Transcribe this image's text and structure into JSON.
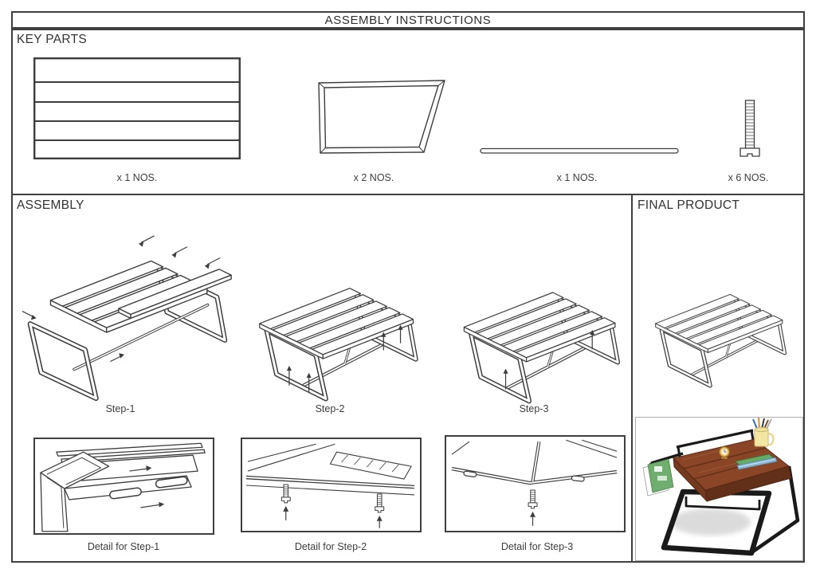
{
  "title": "ASSEMBLY INSTRUCTIONS",
  "key_parts": {
    "label": "KEY PARTS",
    "parts": [
      {
        "name": "slatted-table-top-panel",
        "qty": "x 1 NOS."
      },
      {
        "name": "trapezoid-leg-frame",
        "qty": "x 2 NOS."
      },
      {
        "name": "cross-support-bar",
        "qty": "x 1 NOS."
      },
      {
        "name": "bolt",
        "qty": "x 6 NOS."
      }
    ]
  },
  "assembly": {
    "label": "ASSEMBLY",
    "steps": [
      {
        "caption": "Step-1"
      },
      {
        "caption": "Step-2"
      },
      {
        "caption": "Step-3"
      }
    ],
    "details": [
      {
        "caption": "Detail for Step-1"
      },
      {
        "caption": "Detail for Step-2"
      },
      {
        "caption": "Detail for Step-3"
      }
    ]
  },
  "final_product": {
    "label": "FINAL PRODUCT"
  },
  "colors": {
    "line": "#3d3d3d",
    "border": "#3f3f3f",
    "wood": "#8a4527",
    "metal": "#1a1a1a",
    "mug_yellow": "#f3e6a2",
    "book_green": "#64ac66",
    "book_blue": "#86b8d8",
    "clock_gold": "#e3b34d"
  }
}
